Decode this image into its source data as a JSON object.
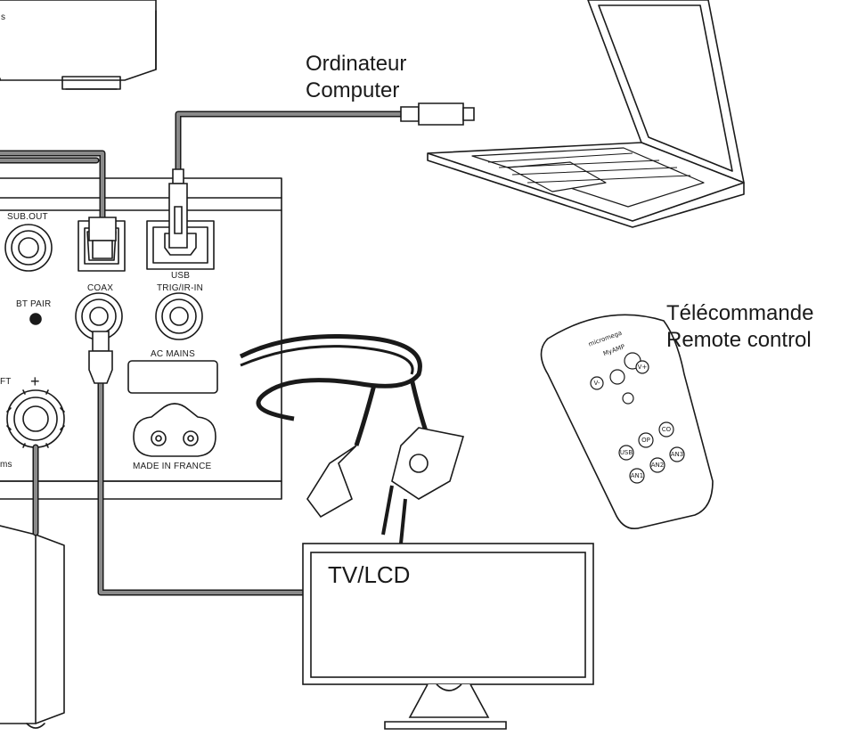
{
  "labels": {
    "computer_fr": "Ordinateur",
    "computer_en": "Computer",
    "remote_fr": "Télécommande",
    "remote_en": "Remote control",
    "tv": "TV/LCD"
  },
  "panel": {
    "sub_out": "SUB.OUT",
    "usb": "USB",
    "coax": "COAX",
    "trig": "TRIG/IR-IN",
    "bt_pair": "BT PAIR",
    "ac_mains": "AC MAINS",
    "made_in": "MADE IN FRANCE",
    "left": "FT",
    "plus": "+",
    "ohms": "ms",
    "top_s": "s"
  },
  "remote": {
    "brand": "micromega",
    "model": "MyAMP",
    "buttons": [
      "V-",
      "V+",
      "CO",
      "OP",
      "USB",
      "AN1",
      "AN2",
      "AN3"
    ]
  },
  "colors": {
    "line": "#1a1a1a",
    "cable": "#7a7a7a",
    "cable_core": "#d9d9d9"
  }
}
